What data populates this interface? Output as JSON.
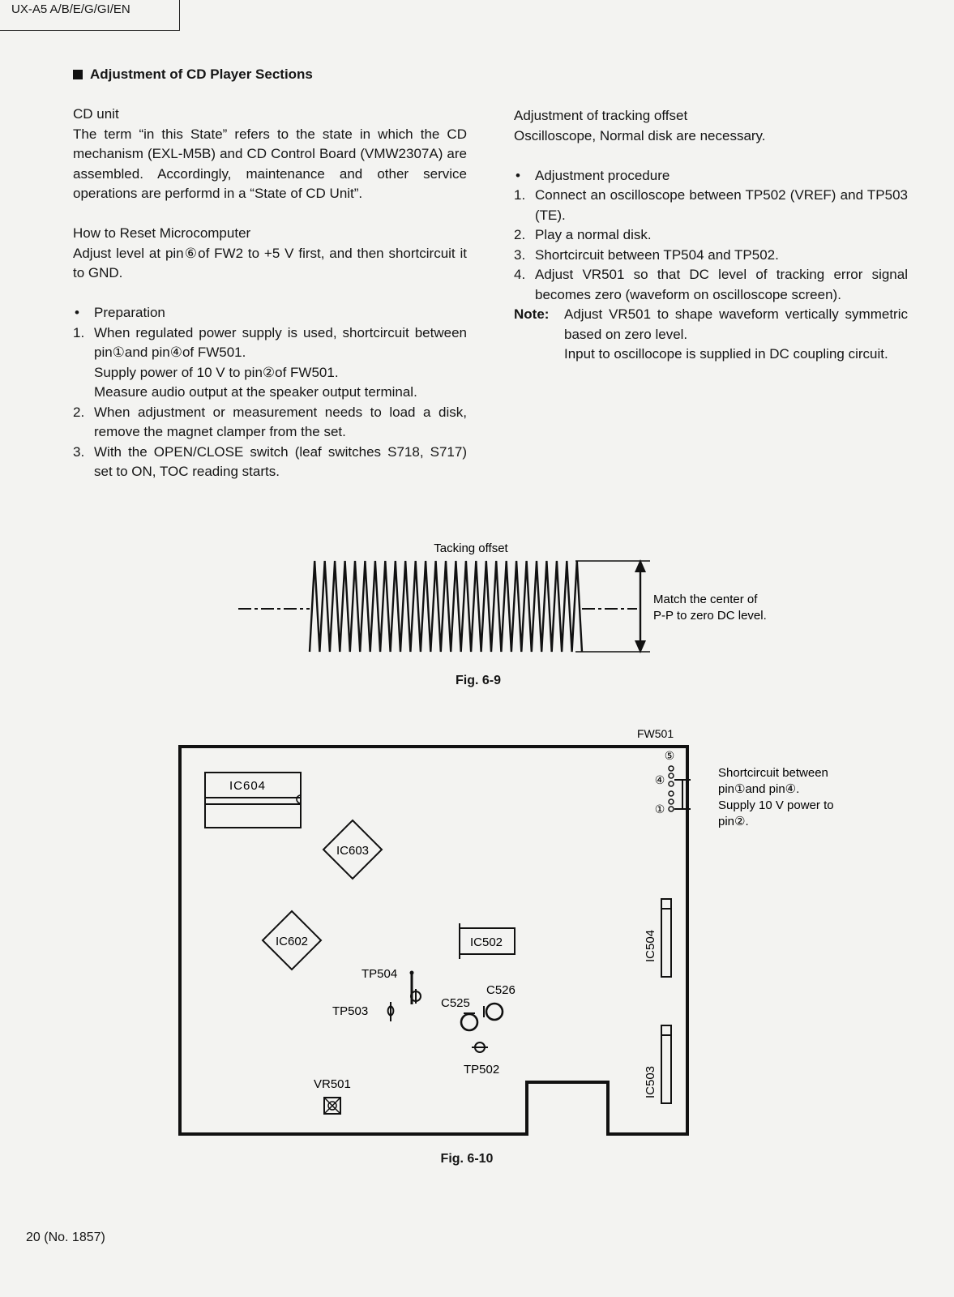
{
  "header": {
    "model": "UX-A5 A/B/E/G/GI/EN"
  },
  "section_title": "Adjustment of CD Player Sections",
  "left": {
    "cd_unit": {
      "heading": "CD unit",
      "text": "The term “in this State” refers to the state in which the CD mechanism (EXL-M5B) and CD Control Board (VMW2307A) are assembled. Accordingly, maintenance and other service operations are performd in a “State of CD Unit”."
    },
    "reset": {
      "heading": "How to Reset Microcomputer",
      "text": "Adjust level at pin⑥of FW2 to +5 V first, and then shortcircuit it to GND."
    },
    "preparation": {
      "bullet": "•",
      "heading": "Preparation",
      "items": [
        {
          "num": "1.",
          "lines": [
            "When regulated power supply is used, shortcircuit between pin①and pin④of FW501.",
            "Supply power of 10 V to pin②of FW501.",
            "Measure audio output at the speaker output terminal."
          ]
        },
        {
          "num": "2.",
          "lines": [
            "When adjustment or measurement needs to load a disk, remove the magnet clamper from the set."
          ]
        },
        {
          "num": "3.",
          "lines": [
            "With the OPEN/CLOSE switch (leaf switches S718, S717) set to ON, TOC reading starts."
          ]
        }
      ]
    }
  },
  "right": {
    "heading": "Adjustment of tracking offset",
    "intro": "Oscilloscope, Normal disk are necessary.",
    "procedure": {
      "bullet": "•",
      "heading": "Adjustment procedure",
      "steps": [
        {
          "num": "1.",
          "text": "Connect an oscilloscope between TP502 (VREF) and TP503 (TE)."
        },
        {
          "num": "2.",
          "text": "Play a normal disk."
        },
        {
          "num": "3.",
          "text": "Shortcircuit between TP504 and TP502."
        },
        {
          "num": "4.",
          "text": "Adjust VR501 so that DC level of tracking error signal becomes zero (waveform on oscilloscope screen)."
        }
      ]
    },
    "note": {
      "label": "Note:",
      "lines": [
        "Adjust VR501 to shape waveform vertically symmetric based on zero level.",
        "Input to oscillocope is supplied in DC coupling circuit."
      ]
    }
  },
  "fig9": {
    "title": "Tacking offset",
    "annotation_line1": "Match the center of",
    "annotation_line2": "P-P to zero DC level.",
    "caption": "Fig. 6-9"
  },
  "fig10": {
    "connector": "FW501",
    "pins": {
      "p5": "⑤",
      "p4": "④",
      "p1": "①"
    },
    "components": {
      "ic604": "IC604",
      "ic603": "IC603",
      "ic602": "IC602",
      "ic502": "IC502",
      "ic504": "IC504",
      "ic503": "IC503",
      "tp504": "TP504",
      "tp503": "TP503",
      "tp502": "TP502",
      "c525": "C525",
      "c526": "C526",
      "vr501": "VR501"
    },
    "note_lines": [
      "Shortcircuit between",
      "pin①and pin④.",
      "Supply 10 V power to",
      "pin②."
    ],
    "caption": "Fig. 6-10"
  },
  "footer": {
    "page": "20 (No. 1857)"
  }
}
